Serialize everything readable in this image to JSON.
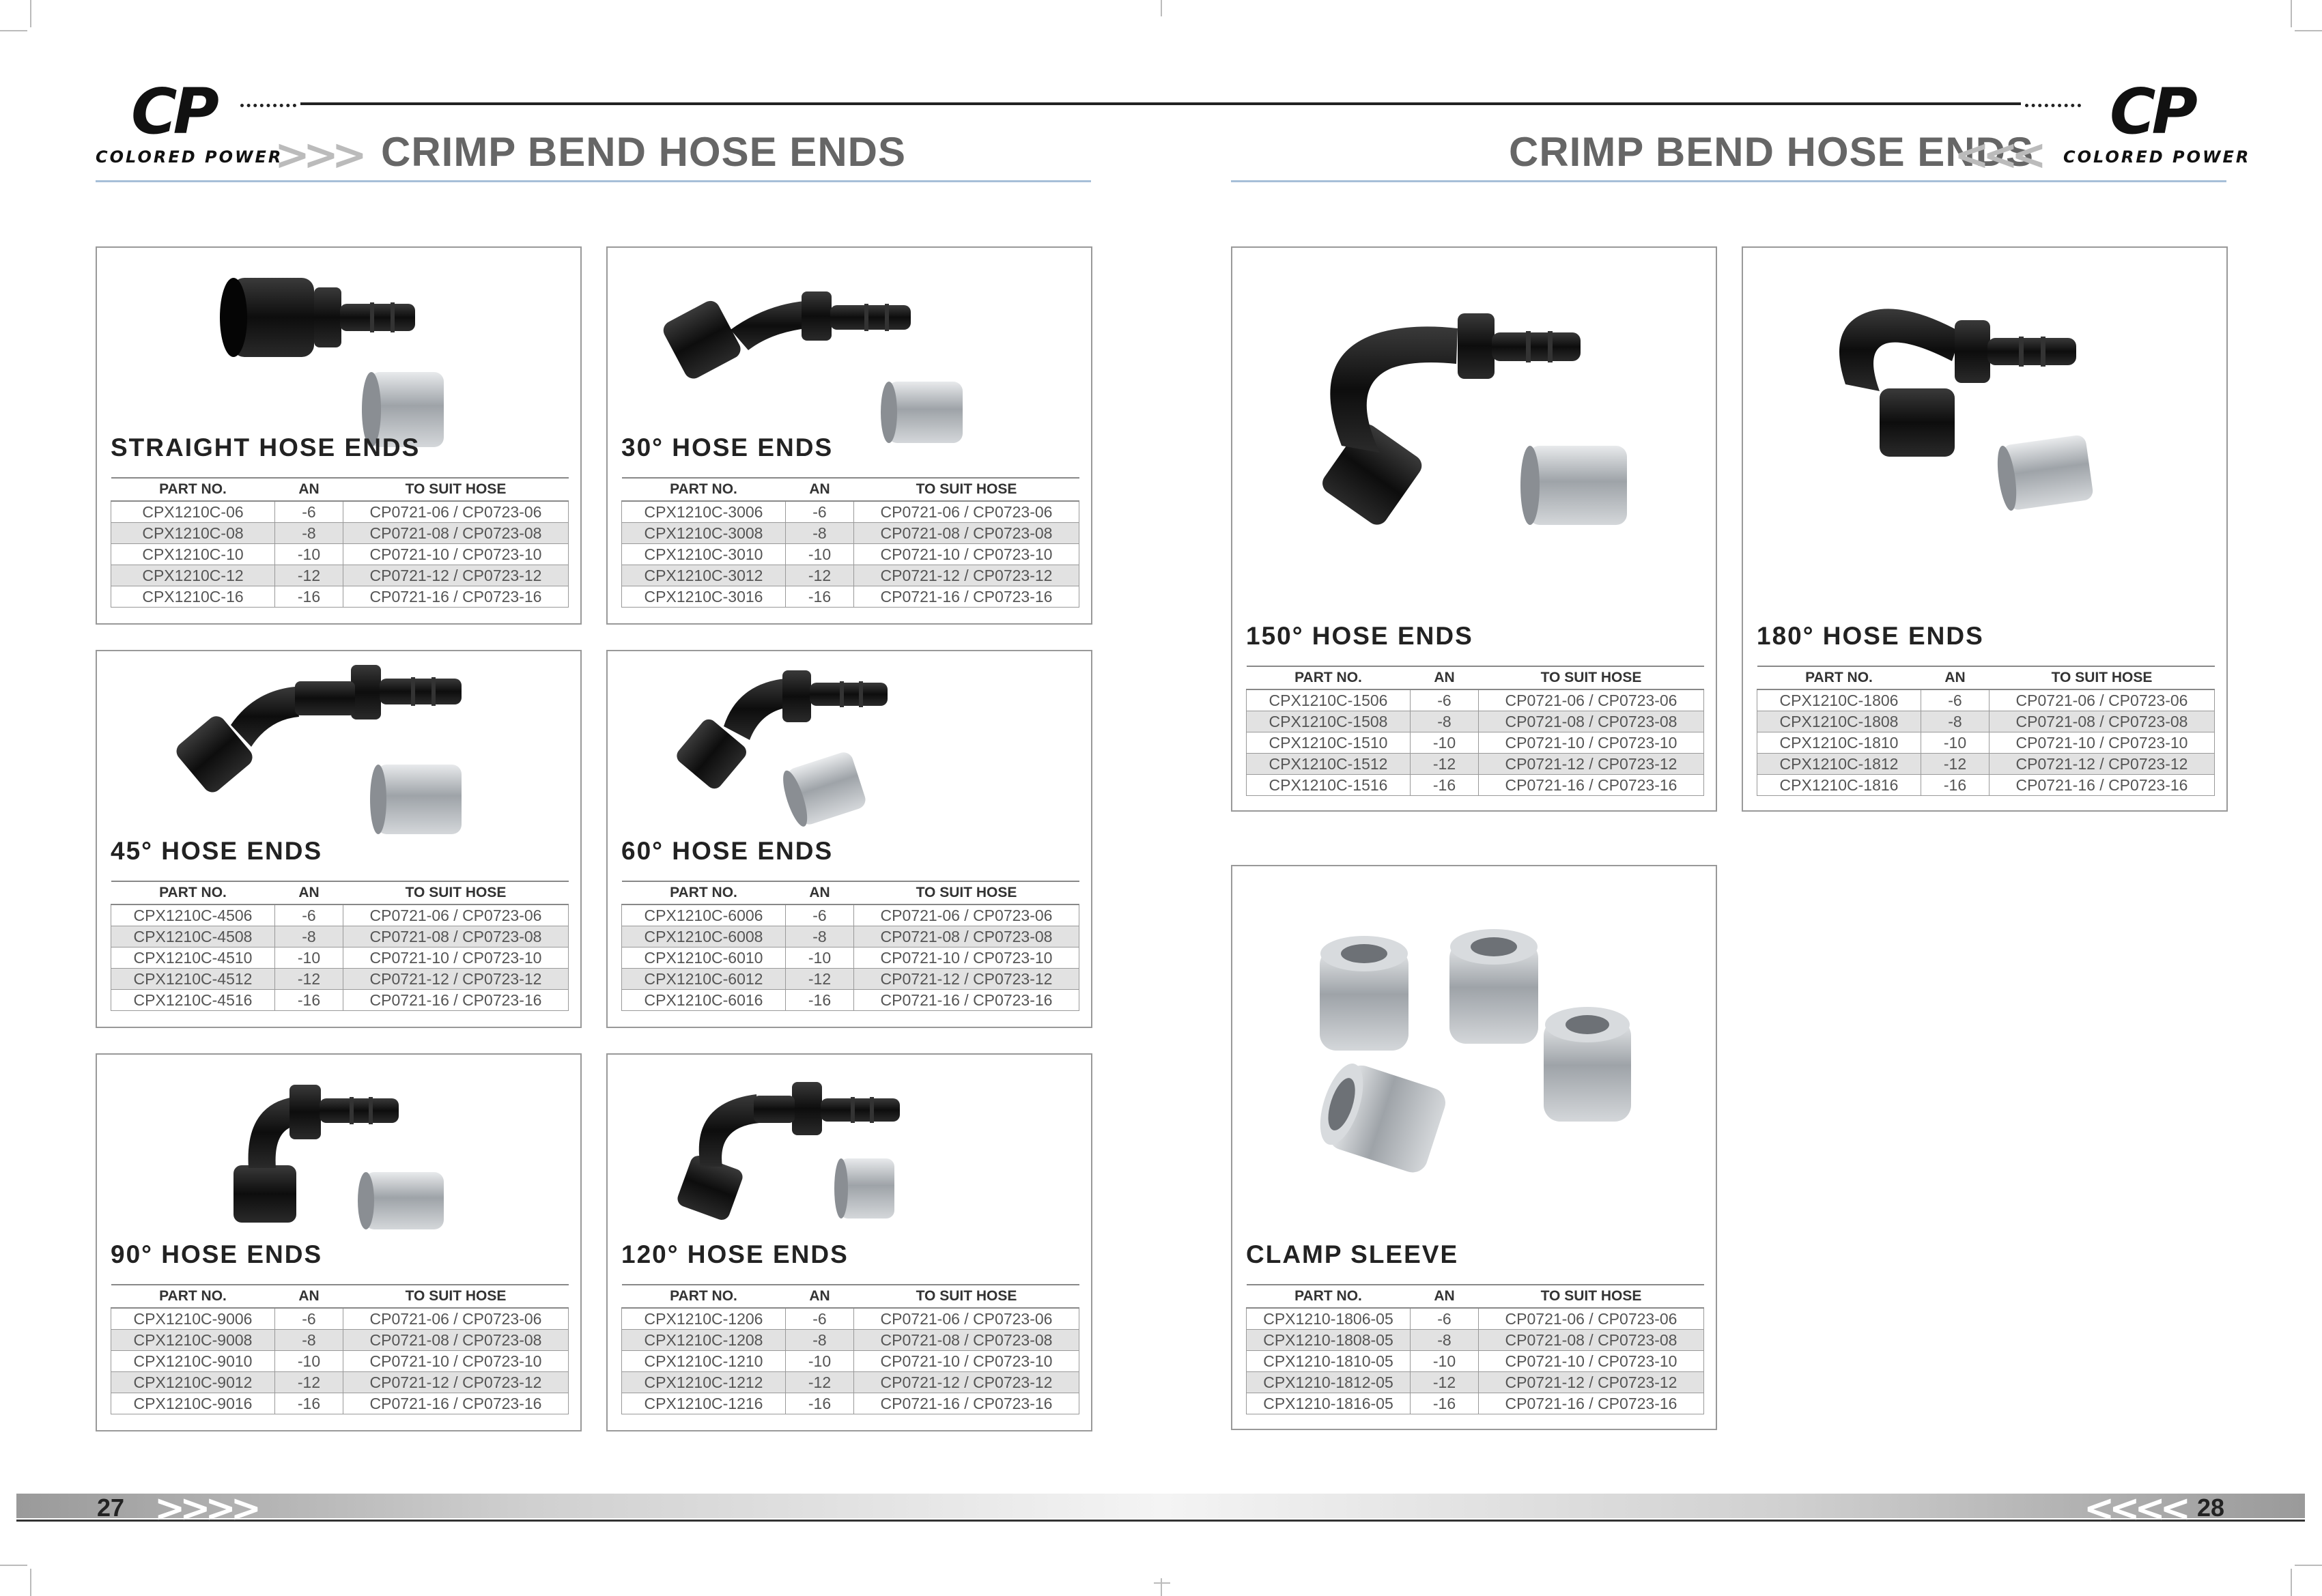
{
  "brand": {
    "mark": "CP",
    "name": "COLORED POWER"
  },
  "header": {
    "title_left": "CRIMP BEND HOSE ENDS",
    "title_right": "CRIMP BEND HOSE ENDS",
    "chevrons_left": ">>>",
    "chevrons_right": "<<<"
  },
  "table_headers": {
    "part_no": "PART NO.",
    "an": "AN",
    "to_suit_hose": "TO SUIT HOSE"
  },
  "sections": [
    {
      "title": "STRAIGHT HOSE ENDS",
      "icon": "straight-hose-end-icon",
      "rows": [
        {
          "part": "CPX1210C-06",
          "an": "-6",
          "hose": "CP0721-06 / CP0723-06"
        },
        {
          "part": "CPX1210C-08",
          "an": "-8",
          "hose": "CP0721-08 / CP0723-08"
        },
        {
          "part": "CPX1210C-10",
          "an": "-10",
          "hose": "CP0721-10 / CP0723-10"
        },
        {
          "part": "CPX1210C-12",
          "an": "-12",
          "hose": "CP0721-12 / CP0723-12"
        },
        {
          "part": "CPX1210C-16",
          "an": "-16",
          "hose": "CP0721-16 / CP0723-16"
        }
      ]
    },
    {
      "title": "30° HOSE ENDS",
      "icon": "30-degree-hose-end-icon",
      "rows": [
        {
          "part": "CPX1210C-3006",
          "an": "-6",
          "hose": "CP0721-06 / CP0723-06"
        },
        {
          "part": "CPX1210C-3008",
          "an": "-8",
          "hose": "CP0721-08 / CP0723-08"
        },
        {
          "part": "CPX1210C-3010",
          "an": "-10",
          "hose": "CP0721-10 / CP0723-10"
        },
        {
          "part": "CPX1210C-3012",
          "an": "-12",
          "hose": "CP0721-12 / CP0723-12"
        },
        {
          "part": "CPX1210C-3016",
          "an": "-16",
          "hose": "CP0721-16 / CP0723-16"
        }
      ]
    },
    {
      "title": "45° HOSE ENDS",
      "icon": "45-degree-hose-end-icon",
      "rows": [
        {
          "part": "CPX1210C-4506",
          "an": "-6",
          "hose": "CP0721-06 / CP0723-06"
        },
        {
          "part": "CPX1210C-4508",
          "an": "-8",
          "hose": "CP0721-08 / CP0723-08"
        },
        {
          "part": "CPX1210C-4510",
          "an": "-10",
          "hose": "CP0721-10 / CP0723-10"
        },
        {
          "part": "CPX1210C-4512",
          "an": "-12",
          "hose": "CP0721-12 / CP0723-12"
        },
        {
          "part": "CPX1210C-4516",
          "an": "-16",
          "hose": "CP0721-16 / CP0723-16"
        }
      ]
    },
    {
      "title": "60° HOSE ENDS",
      "icon": "60-degree-hose-end-icon",
      "rows": [
        {
          "part": "CPX1210C-6006",
          "an": "-6",
          "hose": "CP0721-06 / CP0723-06"
        },
        {
          "part": "CPX1210C-6008",
          "an": "-8",
          "hose": "CP0721-08 / CP0723-08"
        },
        {
          "part": "CPX1210C-6010",
          "an": "-10",
          "hose": "CP0721-10 / CP0723-10"
        },
        {
          "part": "CPX1210C-6012",
          "an": "-12",
          "hose": "CP0721-12 / CP0723-12"
        },
        {
          "part": "CPX1210C-6016",
          "an": "-16",
          "hose": "CP0721-16 / CP0723-16"
        }
      ]
    },
    {
      "title": "90° HOSE ENDS",
      "icon": "90-degree-hose-end-icon",
      "rows": [
        {
          "part": "CPX1210C-9006",
          "an": "-6",
          "hose": "CP0721-06 / CP0723-06"
        },
        {
          "part": "CPX1210C-9008",
          "an": "-8",
          "hose": "CP0721-08 / CP0723-08"
        },
        {
          "part": "CPX1210C-9010",
          "an": "-10",
          "hose": "CP0721-10 / CP0723-10"
        },
        {
          "part": "CPX1210C-9012",
          "an": "-12",
          "hose": "CP0721-12 / CP0723-12"
        },
        {
          "part": "CPX1210C-9016",
          "an": "-16",
          "hose": "CP0721-16 / CP0723-16"
        }
      ]
    },
    {
      "title": "120° HOSE ENDS",
      "icon": "120-degree-hose-end-icon",
      "rows": [
        {
          "part": "CPX1210C-1206",
          "an": "-6",
          "hose": "CP0721-06 / CP0723-06"
        },
        {
          "part": "CPX1210C-1208",
          "an": "-8",
          "hose": "CP0721-08 / CP0723-08"
        },
        {
          "part": "CPX1210C-1210",
          "an": "-10",
          "hose": "CP0721-10 / CP0723-10"
        },
        {
          "part": "CPX1210C-1212",
          "an": "-12",
          "hose": "CP0721-12 / CP0723-12"
        },
        {
          "part": "CPX1210C-1216",
          "an": "-16",
          "hose": "CP0721-16 / CP0723-16"
        }
      ]
    },
    {
      "title": "150° HOSE ENDS",
      "icon": "150-degree-hose-end-icon",
      "rows": [
        {
          "part": "CPX1210C-1506",
          "an": "-6",
          "hose": "CP0721-06 / CP0723-06"
        },
        {
          "part": "CPX1210C-1508",
          "an": "-8",
          "hose": "CP0721-08 / CP0723-08"
        },
        {
          "part": "CPX1210C-1510",
          "an": "-10",
          "hose": "CP0721-10 / CP0723-10"
        },
        {
          "part": "CPX1210C-1512",
          "an": "-12",
          "hose": "CP0721-12 / CP0723-12"
        },
        {
          "part": "CPX1210C-1516",
          "an": "-16",
          "hose": "CP0721-16 / CP0723-16"
        }
      ]
    },
    {
      "title": "180° HOSE ENDS",
      "icon": "180-degree-hose-end-icon",
      "rows": [
        {
          "part": "CPX1210C-1806",
          "an": "-6",
          "hose": "CP0721-06 / CP0723-06"
        },
        {
          "part": "CPX1210C-1808",
          "an": "-8",
          "hose": "CP0721-08 / CP0723-08"
        },
        {
          "part": "CPX1210C-1810",
          "an": "-10",
          "hose": "CP0721-10 / CP0723-10"
        },
        {
          "part": "CPX1210C-1812",
          "an": "-12",
          "hose": "CP0721-12 / CP0723-12"
        },
        {
          "part": "CPX1210C-1816",
          "an": "-16",
          "hose": "CP0721-16 / CP0723-16"
        }
      ]
    },
    {
      "title": "CLAMP SLEEVE",
      "icon": "clamp-sleeve-icon",
      "rows": [
        {
          "part": "CPX1210-1806-05",
          "an": "-6",
          "hose": "CP0721-06 / CP0723-06"
        },
        {
          "part": "CPX1210-1808-05",
          "an": "-8",
          "hose": "CP0721-08 / CP0723-08"
        },
        {
          "part": "CPX1210-1810-05",
          "an": "-10",
          "hose": "CP0721-10 / CP0723-10"
        },
        {
          "part": "CPX1210-1812-05",
          "an": "-12",
          "hose": "CP0721-12 / CP0723-12"
        },
        {
          "part": "CPX1210-1816-05",
          "an": "-16",
          "hose": "CP0721-16 / CP0723-16"
        }
      ]
    }
  ],
  "footer": {
    "page_left": "27",
    "page_right": "28",
    "chevrons_left": ">>>>",
    "chevrons_right": "<<<<"
  },
  "colors": {
    "accent_underline": "#a6bfd8",
    "fitting_black": "#111111",
    "sleeve_silver": "#b8bcc0",
    "alt_row": "#e2e2e2"
  }
}
